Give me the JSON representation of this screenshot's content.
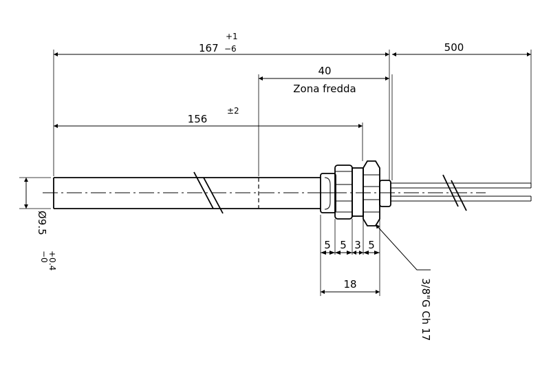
{
  "dimensions": {
    "total_length": {
      "value": "167",
      "tol_upper": "+1",
      "tol_lower": "−6"
    },
    "lead_length": {
      "value": "500"
    },
    "cold_zone": {
      "value": "40",
      "label": "Zona fredda"
    },
    "heated_length": {
      "value": "156",
      "tol": "±2"
    },
    "diameter": {
      "value": "Ø9.5",
      "tol_upper": "+0.4",
      "tol_lower": "−0"
    },
    "fitting_segments": [
      "5",
      "5",
      "3",
      "5"
    ],
    "fitting_length": {
      "value": "18"
    },
    "thread": {
      "label": "3/8\"G Ch 17"
    }
  }
}
